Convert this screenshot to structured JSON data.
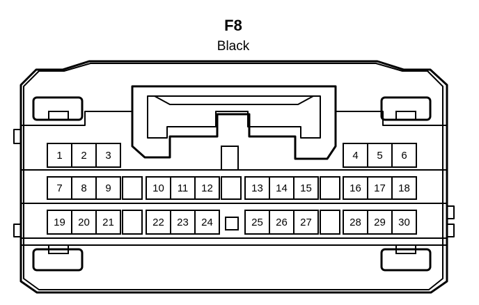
{
  "connector": {
    "name": "F8",
    "color": "Black"
  },
  "pins": {
    "row1": [
      "1",
      "2",
      "3",
      "4",
      "5",
      "6"
    ],
    "row2": [
      "7",
      "8",
      "9",
      "10",
      "11",
      "12",
      "13",
      "14",
      "15",
      "16",
      "17",
      "18"
    ],
    "row3": [
      "19",
      "20",
      "21",
      "22",
      "23",
      "24",
      "25",
      "26",
      "27",
      "28",
      "29",
      "30"
    ]
  },
  "colors": {
    "line": "#000000",
    "background": "#ffffff"
  }
}
